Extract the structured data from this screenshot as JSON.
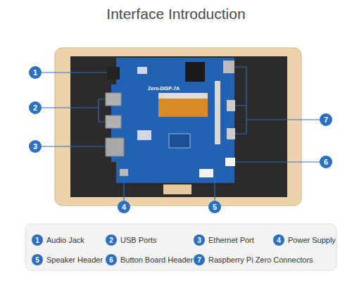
{
  "diagram": {
    "title": "Interface Introduction",
    "nodes": [
      {
        "text": [
          "1"
        ]
      },
      {
        "text": [
          "2"
        ]
      },
      {
        "text": [
          "3"
        ]
      },
      {
        "text": [
          "4"
        ]
      },
      {
        "text": [
          "5"
        ]
      },
      {
        "text": [
          "6"
        ]
      },
      {
        "text": [
          "7"
        ]
      },
      {
        "text": [
          "1",
          "Audio Jack"
        ]
      },
      {
        "text": [
          "2",
          "USB Ports"
        ]
      },
      {
        "text": [
          "3",
          "Ethernet Port"
        ]
      },
      {
        "text": [
          "4",
          "Power Supply"
        ]
      },
      {
        "text": [
          "5",
          "Speaker Header"
        ]
      },
      {
        "text": [
          "6",
          "Button Board Header"
        ]
      },
      {
        "text": [
          "7",
          "Raspberry Pi Zero Connectors"
        ]
      }
    ],
    "labels": [
      "Zero-DISP-7A"
    ]
  }
}
